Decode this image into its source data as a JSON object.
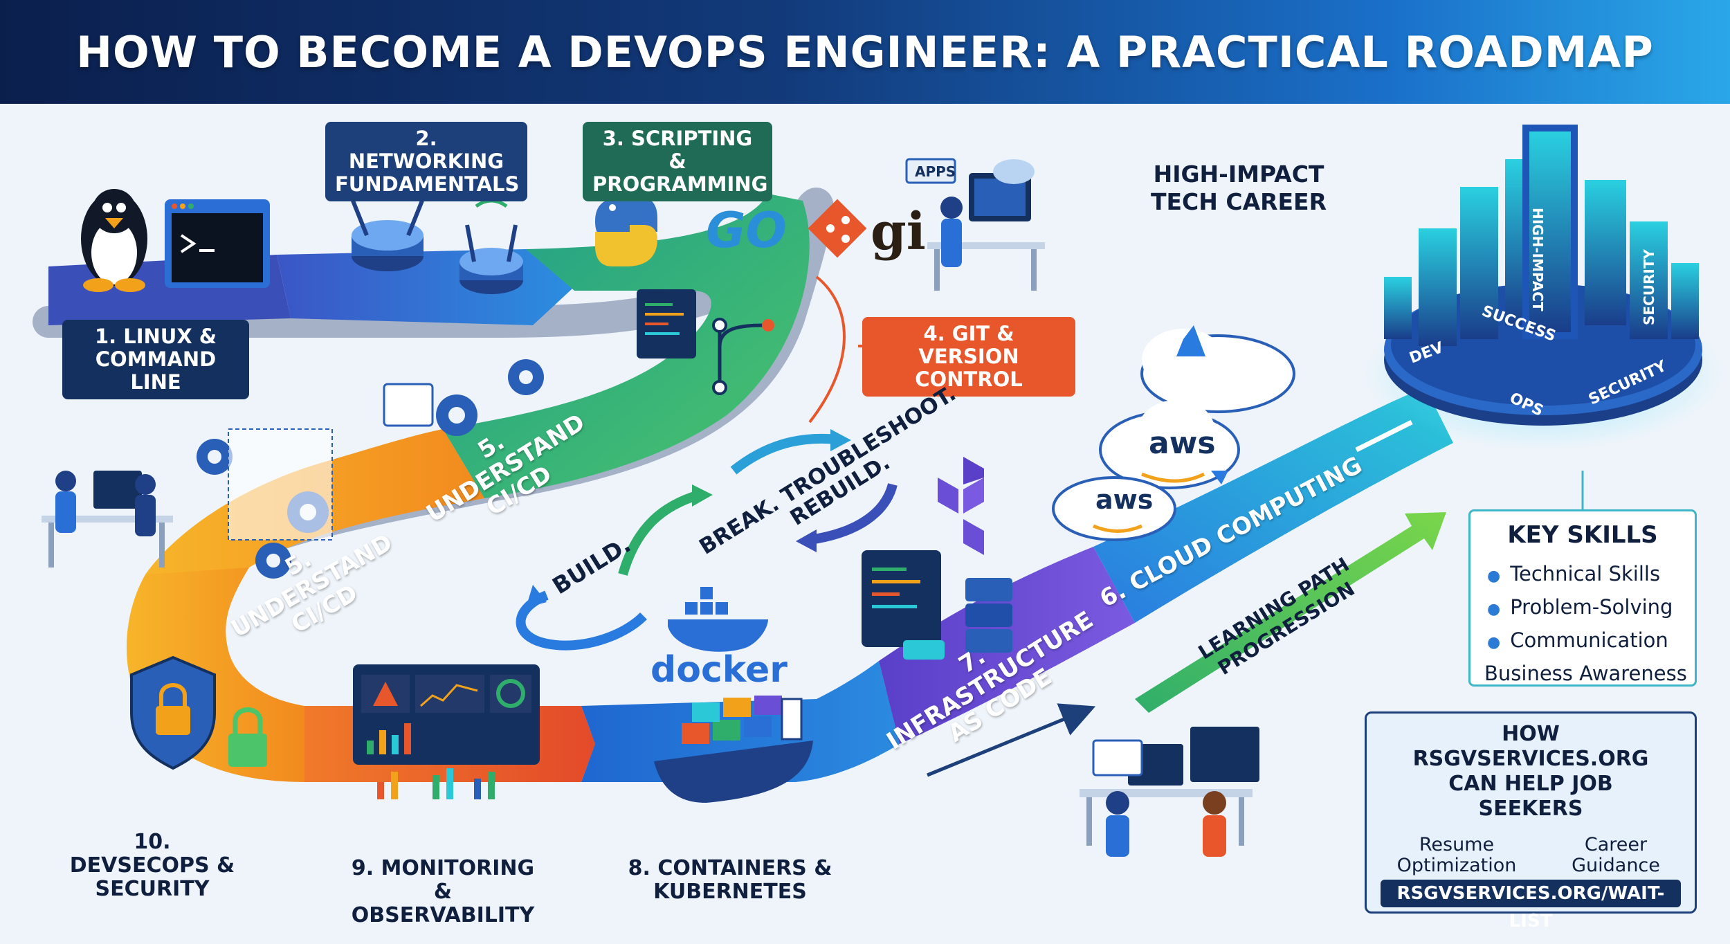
{
  "title": "HOW TO BECOME A DEVOPS ENGINEER: A PRACTICAL ROADMAP",
  "steps": {
    "linux": "1. LINUX & COMMAND LINE",
    "networking": "2. NETWORKING FUNDAMENTALS",
    "scripting": "3. SCRIPTING & PROGRAMMING",
    "git": "4. GIT & VERSION CONTROL",
    "cicd_upper": "5. UNDERSTAND CI/CD",
    "cicd_lower": "5. UNDERSTAND CI/CD",
    "cloud": "6. CLOUD COMPUTING",
    "iac": "7. INFRASTRUCTURE AS CODE",
    "containers": "8. CONTAINERS & KUBERNETES",
    "monitoring": "9. MONITORING & OBSERVABILITY",
    "devsecops": "10. DEVSECOPS & SECURITY"
  },
  "cycle": {
    "build": "BUILD.",
    "break": "BREAK. TROUBLESHOOT. REBUILD."
  },
  "progression": "LEARNING PATH PROGRESSION",
  "career": "HIGH-IMPACT TECH CAREER",
  "city_signs": {
    "tower_top": "HIGH-IMPACT",
    "tower_right": "SECURITY",
    "success": "SUCCESS",
    "dev": "DEV",
    "ops": "OPS",
    "security": "SECURITY"
  },
  "logos": {
    "go": "GO",
    "git": "gi",
    "docker": "docker",
    "aws_1": "aws",
    "aws_2": "aws",
    "apps_sign": "APPS"
  },
  "key_skills": {
    "title": "KEY SKILLS",
    "items": [
      "Technical Skills",
      "Problem-Solving",
      "Communication"
    ],
    "extra": "Business Awareness"
  },
  "help": {
    "title": "HOW RSGVSERVICES.ORG CAN HELP JOB SEEKERS",
    "resume": "Resume Optimization",
    "career": "Career Guidance",
    "link": "RSGVSERVICES.ORG/WAIT-LIST"
  },
  "colors": {
    "navy": "#0b1f4d",
    "blue": "#2b6fd6",
    "green": "#2fae6b",
    "orange": "#f2a21a",
    "red": "#e8572b",
    "purple": "#6a4fd6",
    "teal": "#1fb8c9",
    "git_orange": "#e8572b"
  }
}
